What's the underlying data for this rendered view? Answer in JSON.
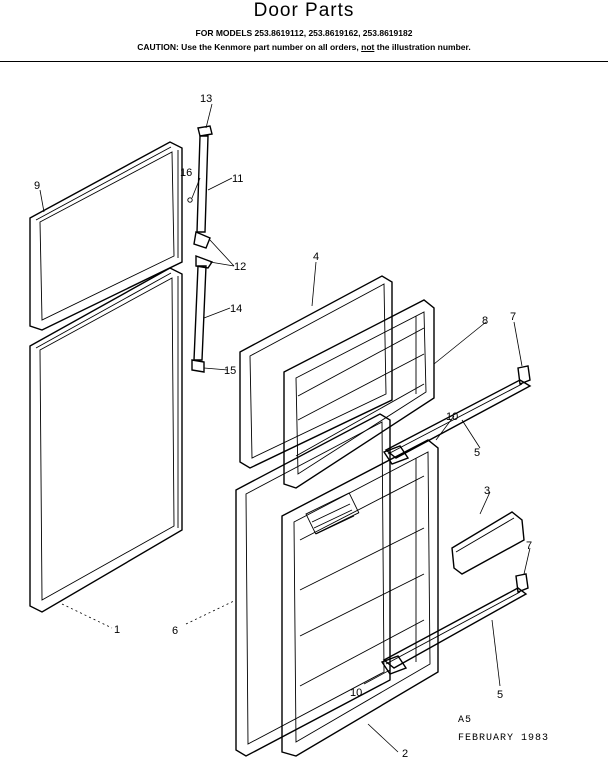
{
  "header": {
    "title": "Door Parts",
    "models": "FOR MODELS 253.8619112, 253.8619162, 253.8619182",
    "caution_prefix": "CAUTION: Use the Kenmore part number on all orders,",
    "caution_not": "not",
    "caution_suffix": "the illustration number."
  },
  "callouts": {
    "c1": "1",
    "c2": "2",
    "c3": "3",
    "c4": "4",
    "c5a": "5",
    "c5b": "5",
    "c6": "6",
    "c7a": "7",
    "c7b": "7",
    "c8": "8",
    "c9": "9",
    "c10a": "10",
    "c10b": "10",
    "c11": "11",
    "c12": "12",
    "c13": "13",
    "c14": "14",
    "c15": "15",
    "c16": "16"
  },
  "footer": {
    "code": "A5",
    "date": "FEBRUARY  1983"
  }
}
